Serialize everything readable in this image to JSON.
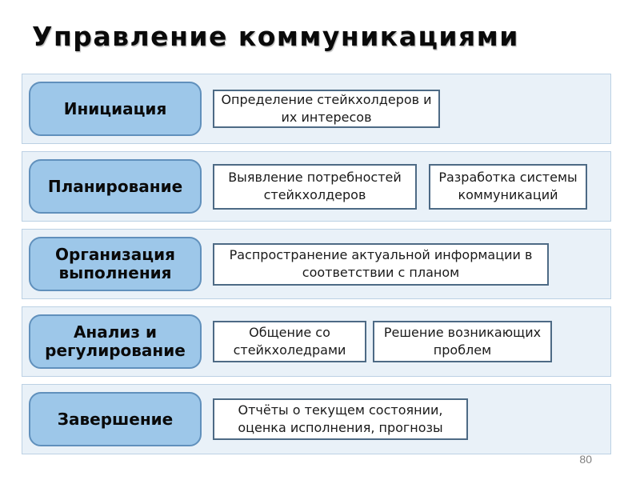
{
  "slide": {
    "title": "Управление коммуникациями",
    "page_number": "80",
    "colors": {
      "band_background": "#E9F1F8",
      "band_border": "#BCD1E4",
      "stage_fill": "#9DC7E9",
      "stage_border": "#6090BC",
      "task_box_border": "#4D6A85",
      "title_color": "#0A0A0A",
      "page_number_color": "#808080"
    },
    "rows": [
      {
        "stage": "Инициация",
        "tasks": [
          "Определение стейкхолдеров и\nих интересов"
        ]
      },
      {
        "stage": "Планирование",
        "tasks": [
          "Выявление потребностей\nстейкхолдеров",
          "Разработка системы\nкоммуникаций"
        ]
      },
      {
        "stage": "Организация\nвыполнения",
        "tasks": [
          "Распространение актуальной информации в\nсоответствии с планом"
        ]
      },
      {
        "stage": "Анализ и\nрегулирование",
        "tasks": [
          "Общение со\nстейкхоледрами",
          "Решение возникающих\nпроблем"
        ]
      },
      {
        "stage": "Завершение",
        "tasks": [
          "Отчёты о текущем состоянии,\nоценка исполнения, прогнозы"
        ]
      }
    ]
  }
}
